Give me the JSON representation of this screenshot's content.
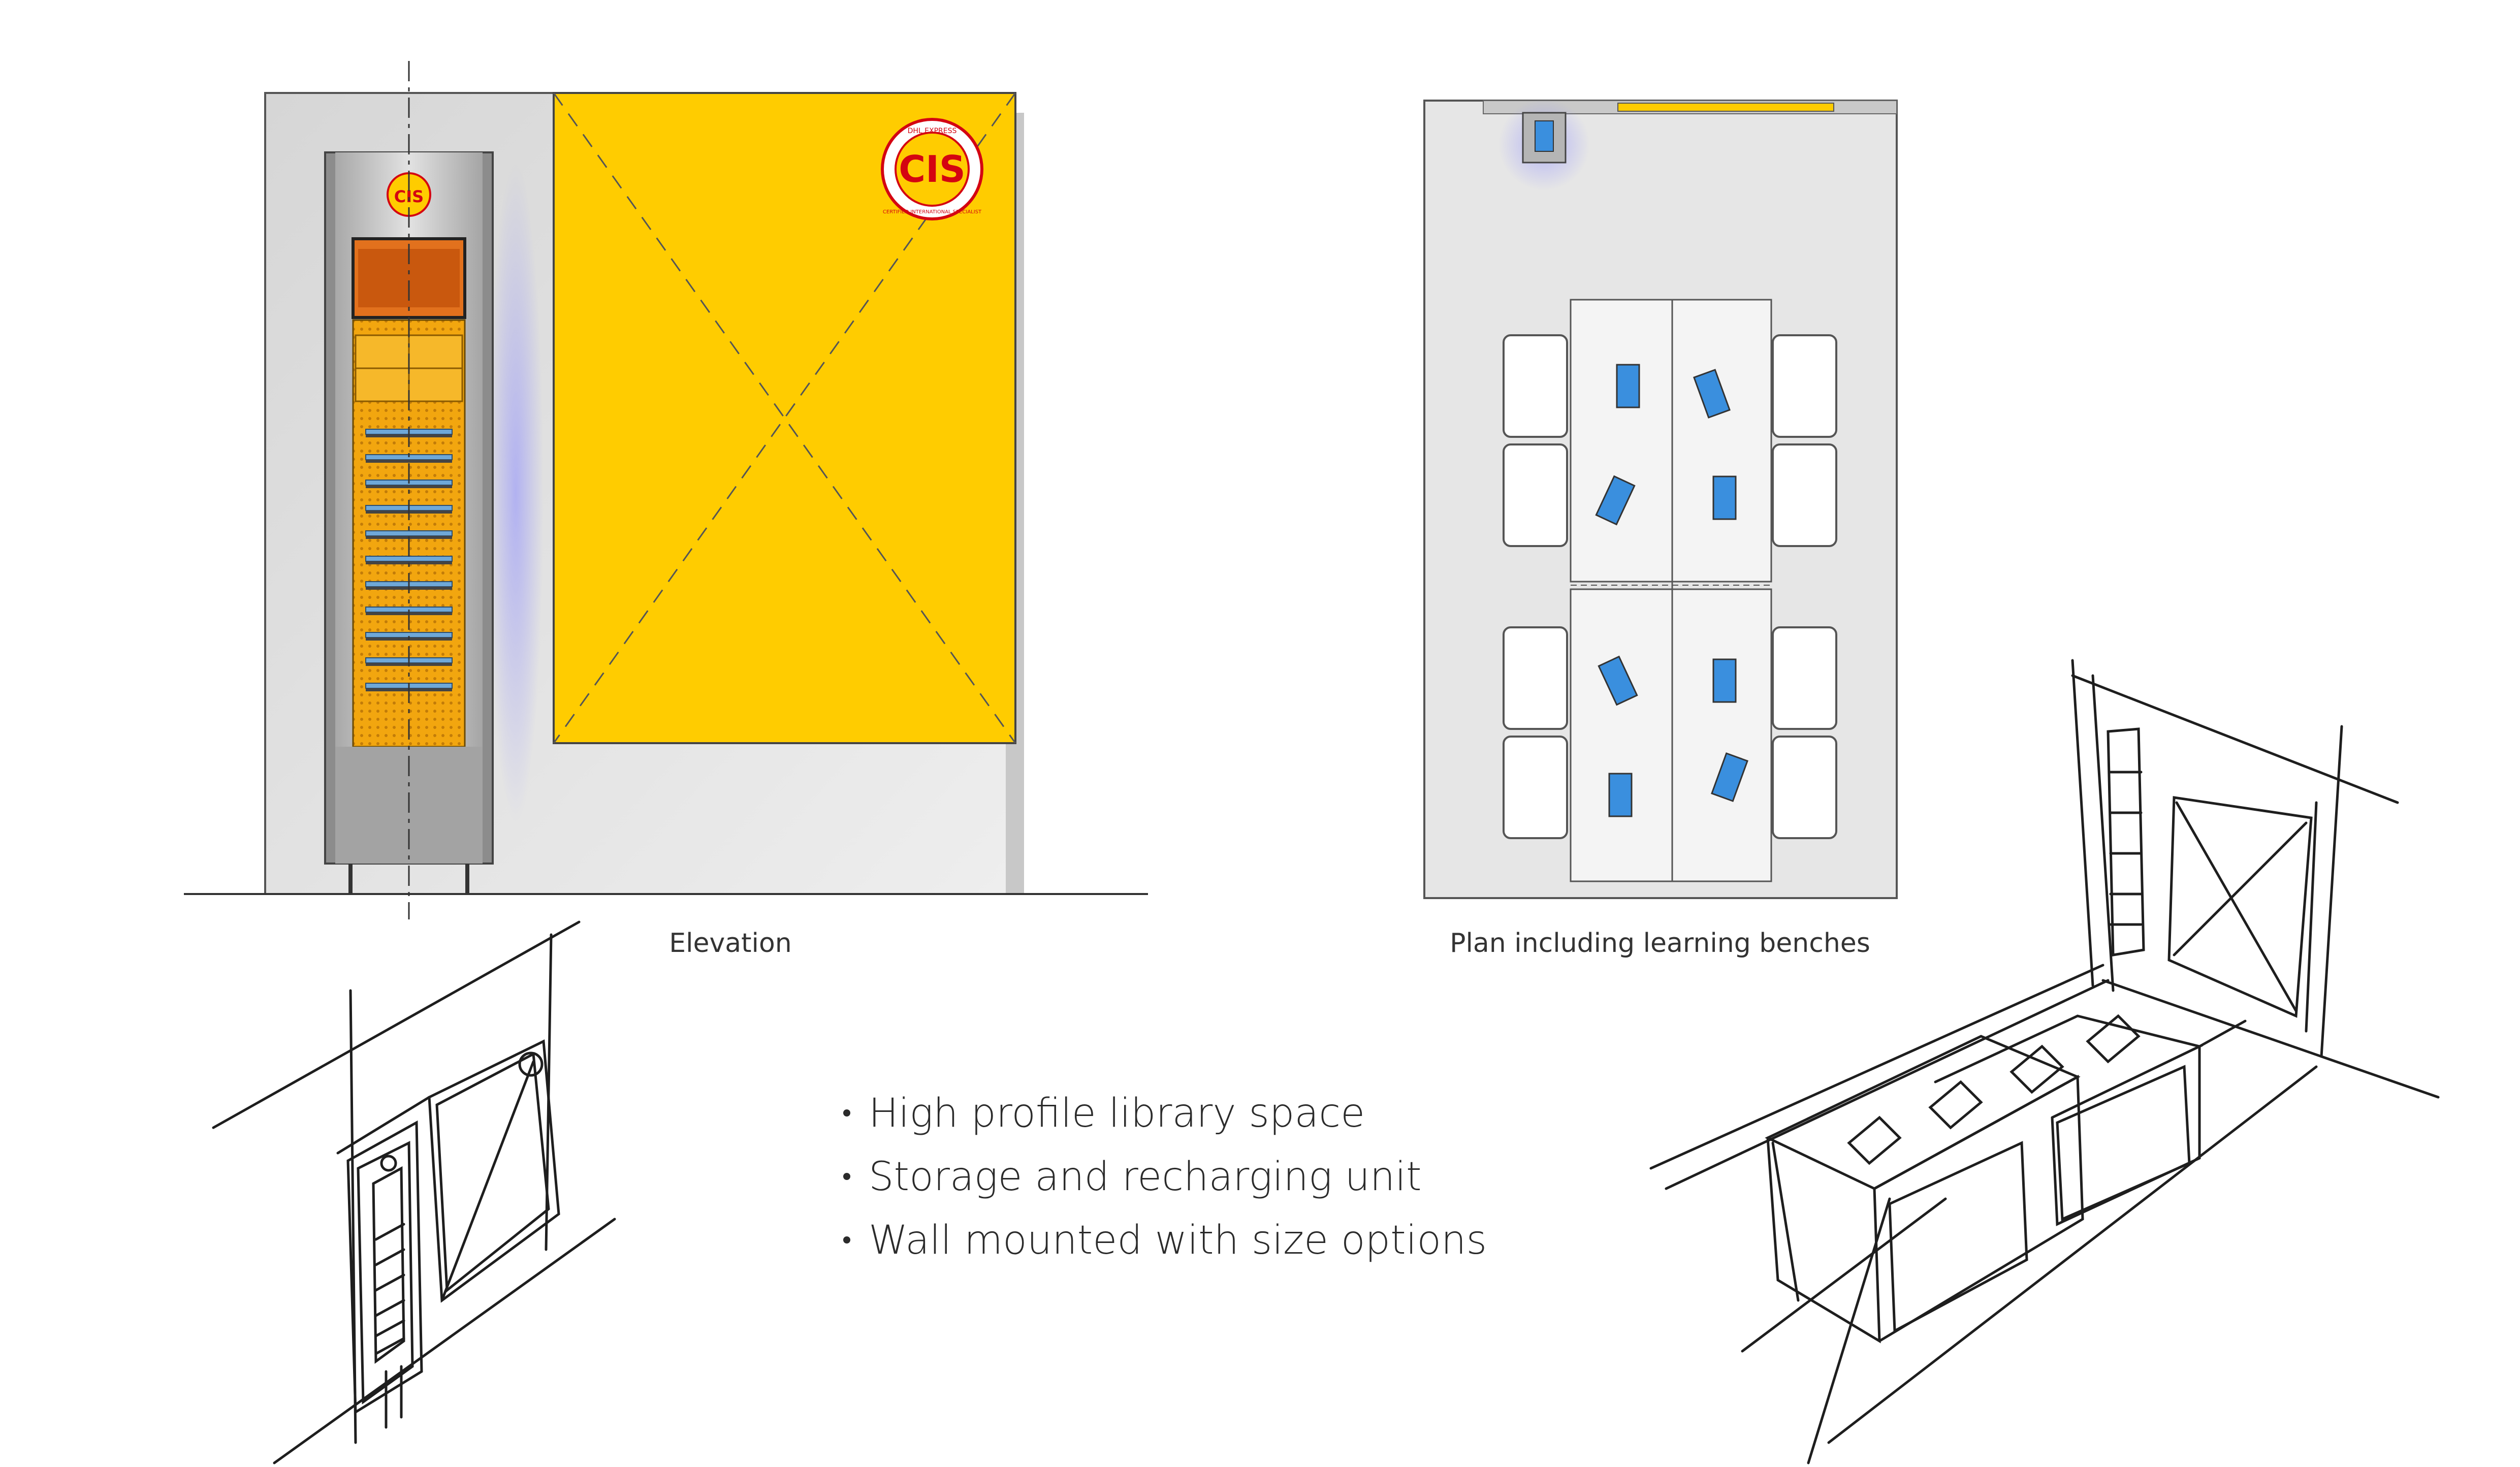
{
  "captions": {
    "elevation": "Elevation",
    "plan": "Plan including learning benches"
  },
  "bullets": [
    "High profile library space",
    "Storage and recharging unit",
    "Wall mounted with size options"
  ],
  "logo": {
    "small": "CIS",
    "large": "CIS",
    "ring_top": "DHL EXPRESS",
    "ring_bottom": "CERTIFIED INTERNATIONAL SPECIALIST"
  },
  "colors": {
    "accent_yellow": "#ffcc00",
    "cabinet_orange": "#f2a60f",
    "tablet_blue": "#3a8fde",
    "brand_red": "#d40511",
    "wall_grey": "#e6e6e6",
    "sketch_ink": "#1e1e1e"
  },
  "icons": {
    "logo": "cis-logo-icon",
    "tablet": "tablet-icon",
    "seat": "bench-seat-icon",
    "shelf": "charging-shelf-icon"
  }
}
